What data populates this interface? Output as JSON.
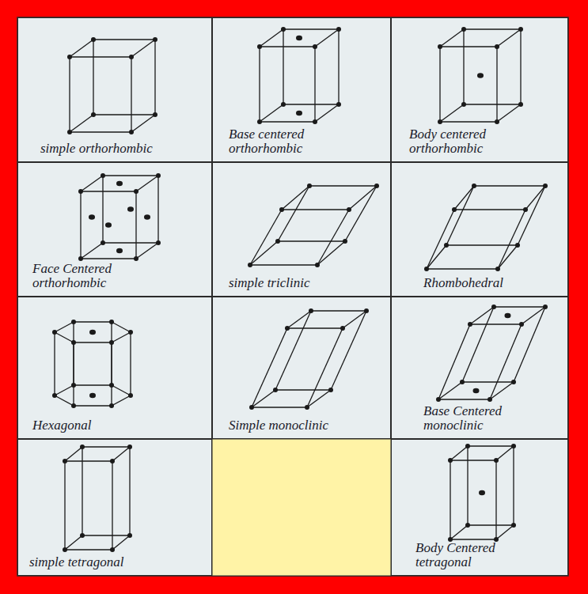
{
  "diagram": {
    "nodes": [
      {
        "text": [
          "simple orthorhombic"
        ]
      },
      {
        "text": [
          "Base centered orthorhombic"
        ]
      },
      {
        "text": [
          "Body centered orthorhombic"
        ]
      },
      {
        "text": [
          "Face Centered orthorhombic"
        ]
      },
      {
        "text": [
          "simple triclinic"
        ]
      },
      {
        "text": [
          "Rhombohedral"
        ]
      },
      {
        "text": [
          "Hexagonal"
        ]
      },
      {
        "text": [
          "Simple monoclinic"
        ]
      },
      {
        "text": [
          "Base Centered monoclinic"
        ]
      },
      {
        "text": [
          "simple tetragonal"
        ]
      },
      {
        "text": [
          "Body Centered tetragonal"
        ]
      }
    ]
  }
}
